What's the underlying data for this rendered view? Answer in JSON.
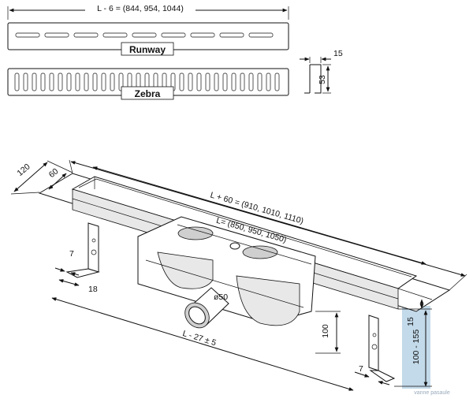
{
  "labels": {
    "top_length": "L - 6 = (844, 954, 1044)",
    "runway": "Runway",
    "zebra": "Zebra",
    "profile_width": "15",
    "profile_height": "53",
    "depth_120": "120",
    "depth_60": "60",
    "length_plus60": "L + 60 = (910, 1010, 1110)",
    "length_L": "L= (850, 950, 1050)",
    "leg_7_left": "7",
    "leg_18": "18",
    "outlet_dia": "ø50",
    "bottom_length": "L - 27 ± 5",
    "height_100": "100",
    "height_15": "15",
    "height_range": "100 - 155",
    "leg_7_right": "7",
    "watermark": "vanne pasaule"
  },
  "colors": {
    "line": "#111111",
    "highlight": "#b9d4e6"
  }
}
